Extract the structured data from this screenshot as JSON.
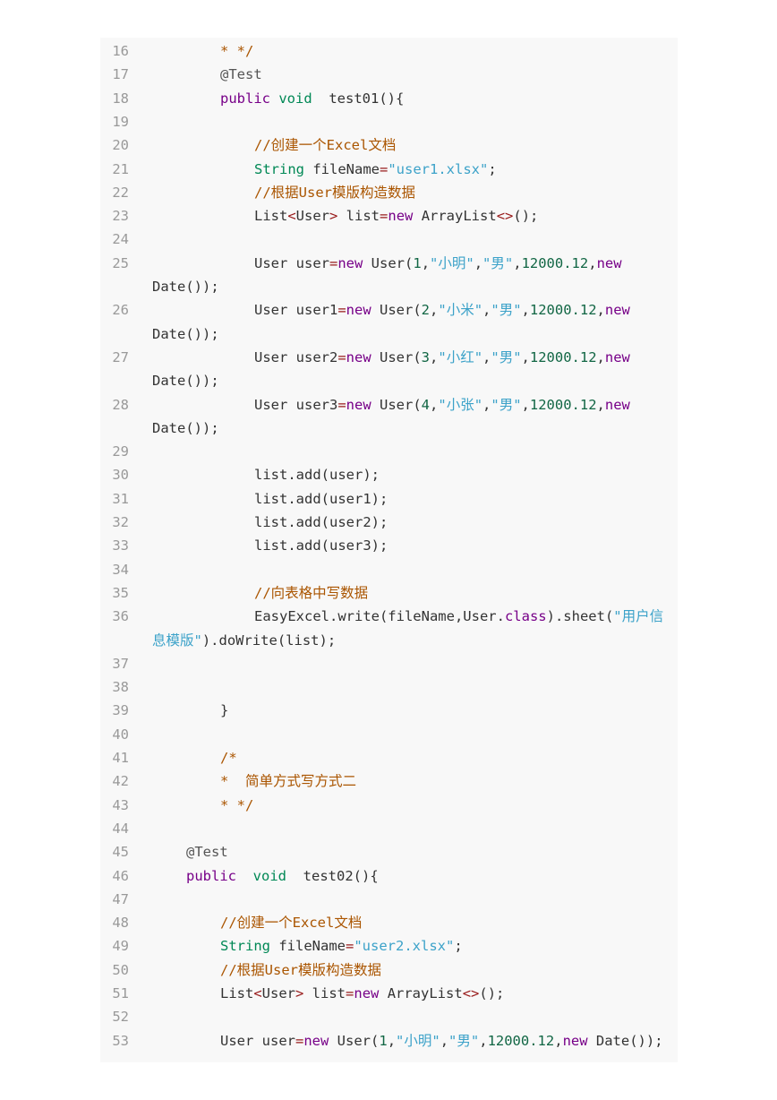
{
  "code": {
    "lines": [
      {
        "n": "16",
        "i": 2,
        "t": [
          {
            "c": "c",
            "v": "* */"
          }
        ]
      },
      {
        "n": "17",
        "i": 2,
        "t": [
          {
            "c": "m",
            "v": "@Test"
          }
        ]
      },
      {
        "n": "18",
        "i": 2,
        "t": [
          {
            "c": "k",
            "v": "public"
          },
          {
            "c": "",
            "v": " "
          },
          {
            "c": "t",
            "v": "void"
          },
          {
            "c": "",
            "v": "  test01(){"
          }
        ]
      },
      {
        "n": "19",
        "i": 0,
        "t": []
      },
      {
        "n": "20",
        "i": 3,
        "t": [
          {
            "c": "c",
            "v": "//创建一个Excel文档"
          }
        ]
      },
      {
        "n": "21",
        "i": 3,
        "t": [
          {
            "c": "t",
            "v": "String"
          },
          {
            "c": "",
            "v": " fileName"
          },
          {
            "c": "o",
            "v": "="
          },
          {
            "c": "s",
            "v": "\"user1.xlsx\""
          },
          {
            "c": "",
            "v": ";"
          }
        ]
      },
      {
        "n": "22",
        "i": 3,
        "t": [
          {
            "c": "c",
            "v": "//根据User模版构造数据"
          }
        ]
      },
      {
        "n": "23",
        "i": 3,
        "t": [
          {
            "c": "",
            "v": "List"
          },
          {
            "c": "o",
            "v": "<"
          },
          {
            "c": "",
            "v": "User"
          },
          {
            "c": "o",
            "v": ">"
          },
          {
            "c": "",
            "v": " list"
          },
          {
            "c": "o",
            "v": "="
          },
          {
            "c": "k",
            "v": "new"
          },
          {
            "c": "",
            "v": " ArrayList"
          },
          {
            "c": "o",
            "v": "<>"
          },
          {
            "c": "",
            "v": "();"
          }
        ]
      },
      {
        "n": "24",
        "i": 0,
        "t": []
      },
      {
        "n": "25",
        "i": 3,
        "t": [
          {
            "c": "",
            "v": "User user"
          },
          {
            "c": "o",
            "v": "="
          },
          {
            "c": "k",
            "v": "new"
          },
          {
            "c": "",
            "v": " User("
          },
          {
            "c": "n",
            "v": "1"
          },
          {
            "c": "",
            "v": ","
          },
          {
            "c": "s",
            "v": "\"小明\""
          },
          {
            "c": "",
            "v": ","
          },
          {
            "c": "s",
            "v": "\"男\""
          },
          {
            "c": "",
            "v": ","
          },
          {
            "c": "n",
            "v": "12000.12"
          },
          {
            "c": "",
            "v": ","
          },
          {
            "c": "k",
            "v": "new"
          }
        ]
      },
      {
        "n": "",
        "i": 0,
        "w": true,
        "t": [
          {
            "c": "",
            "v": "Date());"
          }
        ]
      },
      {
        "n": "26",
        "i": 3,
        "t": [
          {
            "c": "",
            "v": "User user1"
          },
          {
            "c": "o",
            "v": "="
          },
          {
            "c": "k",
            "v": "new"
          },
          {
            "c": "",
            "v": " User("
          },
          {
            "c": "n",
            "v": "2"
          },
          {
            "c": "",
            "v": ","
          },
          {
            "c": "s",
            "v": "\"小米\""
          },
          {
            "c": "",
            "v": ","
          },
          {
            "c": "s",
            "v": "\"男\""
          },
          {
            "c": "",
            "v": ","
          },
          {
            "c": "n",
            "v": "12000.12"
          },
          {
            "c": "",
            "v": ","
          },
          {
            "c": "k",
            "v": "new"
          }
        ]
      },
      {
        "n": "",
        "i": 0,
        "w": true,
        "t": [
          {
            "c": "",
            "v": "Date());"
          }
        ]
      },
      {
        "n": "27",
        "i": 3,
        "t": [
          {
            "c": "",
            "v": "User user2"
          },
          {
            "c": "o",
            "v": "="
          },
          {
            "c": "k",
            "v": "new"
          },
          {
            "c": "",
            "v": " User("
          },
          {
            "c": "n",
            "v": "3"
          },
          {
            "c": "",
            "v": ","
          },
          {
            "c": "s",
            "v": "\"小红\""
          },
          {
            "c": "",
            "v": ","
          },
          {
            "c": "s",
            "v": "\"男\""
          },
          {
            "c": "",
            "v": ","
          },
          {
            "c": "n",
            "v": "12000.12"
          },
          {
            "c": "",
            "v": ","
          },
          {
            "c": "k",
            "v": "new"
          }
        ]
      },
      {
        "n": "",
        "i": 0,
        "w": true,
        "t": [
          {
            "c": "",
            "v": "Date());"
          }
        ]
      },
      {
        "n": "28",
        "i": 3,
        "t": [
          {
            "c": "",
            "v": "User user3"
          },
          {
            "c": "o",
            "v": "="
          },
          {
            "c": "k",
            "v": "new"
          },
          {
            "c": "",
            "v": " User("
          },
          {
            "c": "n",
            "v": "4"
          },
          {
            "c": "",
            "v": ","
          },
          {
            "c": "s",
            "v": "\"小张\""
          },
          {
            "c": "",
            "v": ","
          },
          {
            "c": "s",
            "v": "\"男\""
          },
          {
            "c": "",
            "v": ","
          },
          {
            "c": "n",
            "v": "12000.12"
          },
          {
            "c": "",
            "v": ","
          },
          {
            "c": "k",
            "v": "new"
          }
        ]
      },
      {
        "n": "",
        "i": 0,
        "w": true,
        "t": [
          {
            "c": "",
            "v": "Date());"
          }
        ]
      },
      {
        "n": "29",
        "i": 0,
        "t": []
      },
      {
        "n": "30",
        "i": 3,
        "t": [
          {
            "c": "",
            "v": "list.add(user);"
          }
        ]
      },
      {
        "n": "31",
        "i": 3,
        "t": [
          {
            "c": "",
            "v": "list.add(user1);"
          }
        ]
      },
      {
        "n": "32",
        "i": 3,
        "t": [
          {
            "c": "",
            "v": "list.add(user2);"
          }
        ]
      },
      {
        "n": "33",
        "i": 3,
        "t": [
          {
            "c": "",
            "v": "list.add(user3);"
          }
        ]
      },
      {
        "n": "34",
        "i": 0,
        "t": []
      },
      {
        "n": "35",
        "i": 3,
        "t": [
          {
            "c": "c",
            "v": "//向表格中写数据"
          }
        ]
      },
      {
        "n": "36",
        "i": 3,
        "t": [
          {
            "c": "",
            "v": "EasyExcel.write(fileName,User."
          },
          {
            "c": "k",
            "v": "class"
          },
          {
            "c": "",
            "v": ").sheet("
          },
          {
            "c": "s",
            "v": "\"用户信"
          }
        ]
      },
      {
        "n": "",
        "i": 0,
        "w": true,
        "t": [
          {
            "c": "s",
            "v": "息模版\""
          },
          {
            "c": "",
            "v": ").doWrite(list);"
          }
        ]
      },
      {
        "n": "37",
        "i": 0,
        "t": []
      },
      {
        "n": "38",
        "i": 0,
        "t": []
      },
      {
        "n": "39",
        "i": 2,
        "t": [
          {
            "c": "",
            "v": "}"
          }
        ]
      },
      {
        "n": "40",
        "i": 0,
        "t": []
      },
      {
        "n": "41",
        "i": 2,
        "t": [
          {
            "c": "c",
            "v": "/*"
          }
        ]
      },
      {
        "n": "42",
        "i": 2,
        "t": [
          {
            "c": "c",
            "v": "*  简单方式写方式二"
          }
        ]
      },
      {
        "n": "43",
        "i": 2,
        "t": [
          {
            "c": "c",
            "v": "* */"
          }
        ]
      },
      {
        "n": "44",
        "i": 0,
        "t": []
      },
      {
        "n": "45",
        "i": 1,
        "t": [
          {
            "c": "m",
            "v": "@Test"
          }
        ]
      },
      {
        "n": "46",
        "i": 1,
        "t": [
          {
            "c": "k",
            "v": "public"
          },
          {
            "c": "",
            "v": "  "
          },
          {
            "c": "t",
            "v": "void"
          },
          {
            "c": "",
            "v": "  test02(){"
          }
        ]
      },
      {
        "n": "47",
        "i": 0,
        "t": []
      },
      {
        "n": "48",
        "i": 2,
        "t": [
          {
            "c": "c",
            "v": "//创建一个Excel文档"
          }
        ]
      },
      {
        "n": "49",
        "i": 2,
        "t": [
          {
            "c": "t",
            "v": "String"
          },
          {
            "c": "",
            "v": " fileName"
          },
          {
            "c": "o",
            "v": "="
          },
          {
            "c": "s",
            "v": "\"user2.xlsx\""
          },
          {
            "c": "",
            "v": ";"
          }
        ]
      },
      {
        "n": "50",
        "i": 2,
        "t": [
          {
            "c": "c",
            "v": "//根据User模版构造数据"
          }
        ]
      },
      {
        "n": "51",
        "i": 2,
        "t": [
          {
            "c": "",
            "v": "List"
          },
          {
            "c": "o",
            "v": "<"
          },
          {
            "c": "",
            "v": "User"
          },
          {
            "c": "o",
            "v": ">"
          },
          {
            "c": "",
            "v": " list"
          },
          {
            "c": "o",
            "v": "="
          },
          {
            "c": "k",
            "v": "new"
          },
          {
            "c": "",
            "v": " ArrayList"
          },
          {
            "c": "o",
            "v": "<>"
          },
          {
            "c": "",
            "v": "();"
          }
        ]
      },
      {
        "n": "52",
        "i": 0,
        "t": []
      },
      {
        "n": "53",
        "i": 2,
        "t": [
          {
            "c": "",
            "v": "User user"
          },
          {
            "c": "o",
            "v": "="
          },
          {
            "c": "k",
            "v": "new"
          },
          {
            "c": "",
            "v": " User("
          },
          {
            "c": "n",
            "v": "1"
          },
          {
            "c": "",
            "v": ","
          },
          {
            "c": "s",
            "v": "\"小明\""
          },
          {
            "c": "",
            "v": ","
          },
          {
            "c": "s",
            "v": "\"男\""
          },
          {
            "c": "",
            "v": ","
          },
          {
            "c": "n",
            "v": "12000.12"
          },
          {
            "c": "",
            "v": ","
          },
          {
            "c": "k",
            "v": "new"
          },
          {
            "c": "",
            "v": " Date());"
          }
        ]
      }
    ]
  }
}
